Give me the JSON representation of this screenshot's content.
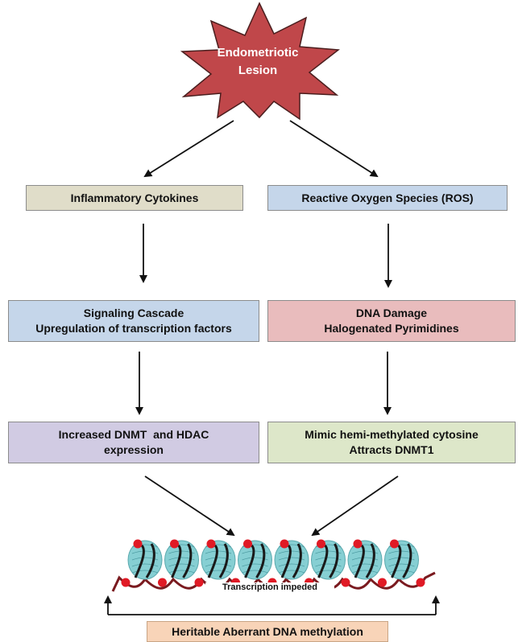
{
  "source": {
    "line1": "Endometriotic",
    "line2": "Lesion"
  },
  "left_column": {
    "box1": "Inflammatory Cytokines",
    "box2_line1": "Signaling Cascade",
    "box2_line2": "Upregulation of transcription factors",
    "box3_line1": "Increased DNMT  and HDAC",
    "box3_line2": "expression"
  },
  "right_column": {
    "box1": "Reactive Oxygen Species (ROS)",
    "box2_line1": "DNA Damage",
    "box2_line2": "Halogenated Pyrimidines",
    "box3_line1": "Mimic hemi-methylated cytosine",
    "box3_line2": "Attracts DNMT1"
  },
  "chromatin": {
    "transcription_label": "Transcription impeded"
  },
  "outcome": "Heritable Aberrant DNA methylation",
  "colors": {
    "burst": "#c0474a",
    "cytokines": "#e0ddc9",
    "ros": "#c5d6ea",
    "signaling": "#c5d6ea",
    "dna_damage": "#e9bcbd",
    "dnmt_hdac": "#d1cbe3",
    "mimic": "#dde7c9",
    "outcome": "#f8d4b8",
    "nucleosome": "#86cfd3",
    "methyl": "#e01a25"
  }
}
